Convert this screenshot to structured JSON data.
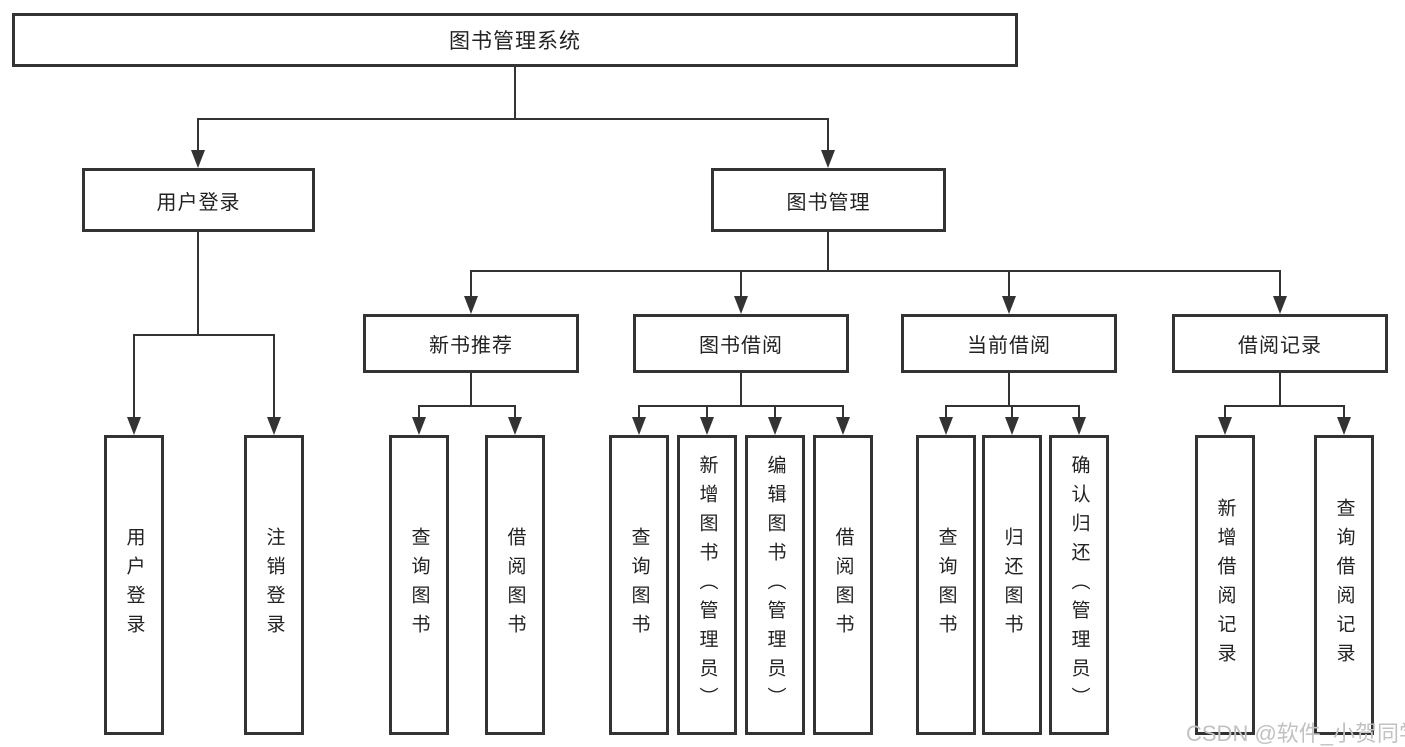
{
  "diagram_title": "图书管理系统",
  "tree": {
    "root": {
      "label": "图书管理系统"
    },
    "branches": [
      {
        "label": "用户登录",
        "children": [
          {
            "label": "用户登录"
          },
          {
            "label": "注销登录"
          }
        ]
      },
      {
        "label": "图书管理",
        "children": [
          {
            "label": "新书推荐",
            "children": [
              {
                "label": "查询图书"
              },
              {
                "label": "借阅图书"
              }
            ]
          },
          {
            "label": "图书借阅",
            "children": [
              {
                "label": "查询图书"
              },
              {
                "label": "新增图书（管理员）"
              },
              {
                "label": "编辑图书（管理员）"
              },
              {
                "label": "借阅图书"
              }
            ]
          },
          {
            "label": "当前借阅",
            "children": [
              {
                "label": "查询图书"
              },
              {
                "label": "归还图书"
              },
              {
                "label": "确认归还（管理员）"
              }
            ]
          },
          {
            "label": "借阅记录",
            "children": [
              {
                "label": "新增借阅记录"
              },
              {
                "label": "查询借阅记录"
              }
            ]
          }
        ]
      }
    ]
  },
  "watermark": {
    "text": "CSDN @软件_小贺同学"
  },
  "colors": {
    "line": "#333333",
    "background": "#ffffff",
    "text": "#222222",
    "watermark": "#c2c2c2"
  }
}
